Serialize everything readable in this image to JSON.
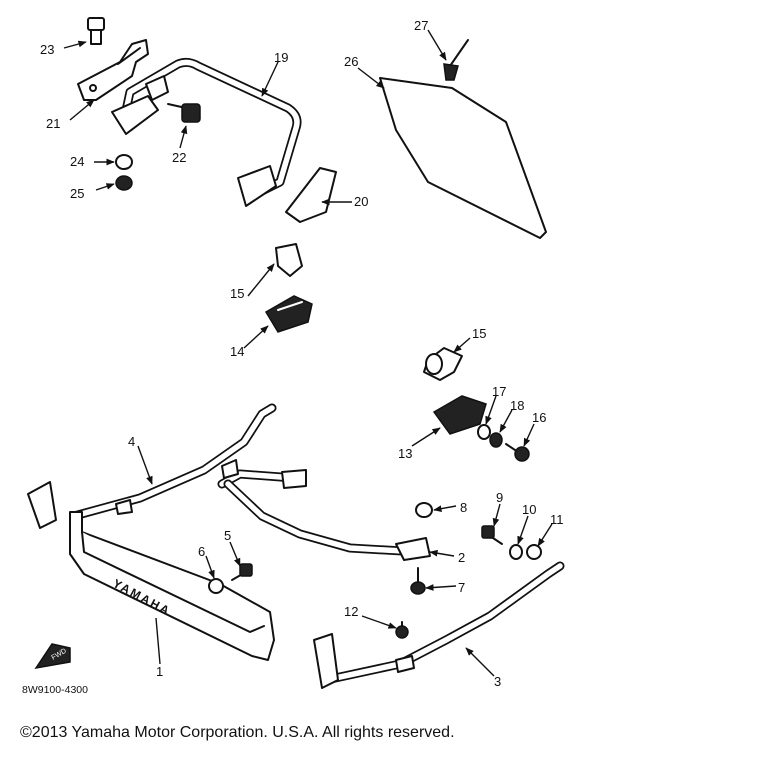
{
  "callouts": [
    "1",
    "2",
    "3",
    "4",
    "5",
    "6",
    "7",
    "8",
    "9",
    "10",
    "11",
    "12",
    "13",
    "14",
    "15",
    "15",
    "16",
    "17",
    "18",
    "19",
    "20",
    "21",
    "22",
    "23",
    "24",
    "25",
    "26",
    "27"
  ],
  "emblem_text": "YAMAHA",
  "fwd_label": "FWD",
  "part_code": "8W9100-4300",
  "copyright": "©2013 Yamaha Motor Corporation. U.S.A. All rights reserved."
}
